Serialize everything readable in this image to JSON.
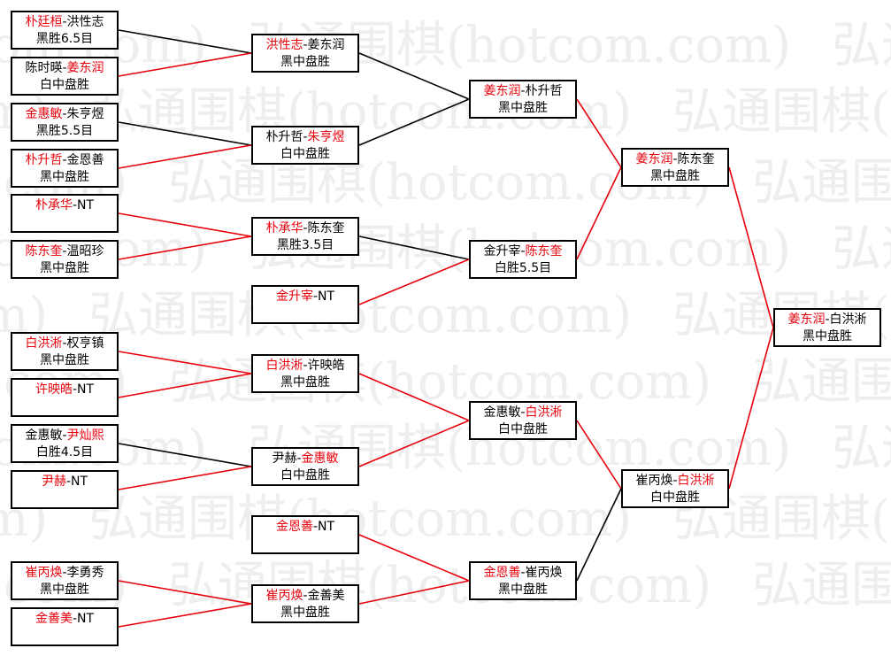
{
  "watermark": "弘通围棋(hotcom.com)",
  "colors": {
    "win_path": "#e8000b",
    "lose_path": "#000000",
    "winner_name": "#e8000b",
    "watermark": "#eeeeee"
  },
  "matches": [
    {
      "id": "r1m1",
      "p1": "朴廷桓",
      "p2": "洪性志",
      "winner": 1,
      "result": "黑胜6.5目"
    },
    {
      "id": "r1m2",
      "p1": "陈时暎",
      "p2": "姜东润",
      "winner": 2,
      "result": "白中盘胜"
    },
    {
      "id": "r1m3",
      "p1": "金惠敏",
      "p2": "朱亨煜",
      "winner": 1,
      "result": "黑胜5.5目"
    },
    {
      "id": "r1m4",
      "p1": "朴升哲",
      "p2": "金恩善",
      "winner": 1,
      "result": "黑中盘胜"
    },
    {
      "id": "r1m5",
      "p1": "朴承华",
      "p2": "NT",
      "winner": 1,
      "result": ""
    },
    {
      "id": "r1m6",
      "p1": "陈东奎",
      "p2": "温昭珍",
      "winner": 1,
      "result": "黑中盘胜"
    },
    {
      "id": "r1m7",
      "p1": "白洪淅",
      "p2": "权亨镇",
      "winner": 1,
      "result": "黑中盘胜"
    },
    {
      "id": "r1m8",
      "p1": "许映皓",
      "p2": "NT",
      "winner": 1,
      "result": ""
    },
    {
      "id": "r1m9",
      "p1": "金惠敏",
      "p2": "尹灿熙",
      "winner": 2,
      "result": "白胜4.5目"
    },
    {
      "id": "r1m10",
      "p1": "尹赫",
      "p2": "NT",
      "winner": 1,
      "result": ""
    },
    {
      "id": "r1m11",
      "p1": "崔丙焕",
      "p2": "李勇秀",
      "winner": 1,
      "result": "黑中盘胜"
    },
    {
      "id": "r1m12",
      "p1": "金善美",
      "p2": "NT",
      "winner": 1,
      "result": ""
    },
    {
      "id": "r2m1",
      "p1": "洪性志",
      "p2": "姜东润",
      "winner": 1,
      "result": "黑中盘胜"
    },
    {
      "id": "r2m2",
      "p1": "朴升哲",
      "p2": "朱亨煜",
      "winner": 2,
      "result": "白中盘胜"
    },
    {
      "id": "r2m3",
      "p1": "朴承华",
      "p2": "陈东奎",
      "winner": 1,
      "result": "黑胜3.5目"
    },
    {
      "id": "r2m4",
      "p1": "金升宰",
      "p2": "NT",
      "winner": 1,
      "result": ""
    },
    {
      "id": "r2m5",
      "p1": "白洪淅",
      "p2": "许映皓",
      "winner": 1,
      "result": "黑中盘胜"
    },
    {
      "id": "r2m6",
      "p1": "尹赫",
      "p2": "金惠敏",
      "winner": 2,
      "result": "白中盘胜"
    },
    {
      "id": "r2m7",
      "p1": "金恩善",
      "p2": "NT",
      "winner": 1,
      "result": ""
    },
    {
      "id": "r2m8",
      "p1": "崔丙焕",
      "p2": "金善美",
      "winner": 1,
      "result": "黑中盘胜"
    },
    {
      "id": "r3m1",
      "p1": "姜东润",
      "p2": "朴升哲",
      "winner": 1,
      "result": "黑中盘胜"
    },
    {
      "id": "r3m2",
      "p1": "金升宰",
      "p2": "陈东奎",
      "winner": 2,
      "result": "白胜5.5目"
    },
    {
      "id": "r3m3",
      "p1": "金惠敏",
      "p2": "白洪淅",
      "winner": 2,
      "result": "白中盘胜"
    },
    {
      "id": "r3m4",
      "p1": "金恩善",
      "p2": "崔丙焕",
      "winner": 1,
      "result": "黑中盘胜"
    },
    {
      "id": "r4m1",
      "p1": "姜东润",
      "p2": "陈东奎",
      "winner": 1,
      "result": "黑中盘胜"
    },
    {
      "id": "r4m2",
      "p1": "崔丙焕",
      "p2": "白洪淅",
      "winner": 2,
      "result": "白中盘胜"
    },
    {
      "id": "r5m1",
      "p1": "姜东润",
      "p2": "白洪淅",
      "winner": 1,
      "result": "黑中盘胜"
    }
  ],
  "links": [
    {
      "from": "r1m1",
      "to": "r2m1",
      "won": false
    },
    {
      "from": "r1m2",
      "to": "r2m1",
      "won": true
    },
    {
      "from": "r1m3",
      "to": "r2m2",
      "won": false
    },
    {
      "from": "r1m4",
      "to": "r2m2",
      "won": true
    },
    {
      "from": "r1m5",
      "to": "r2m3",
      "won": true
    },
    {
      "from": "r1m6",
      "to": "r2m3",
      "won": true
    },
    {
      "from": "r1m7",
      "to": "r2m5",
      "won": true
    },
    {
      "from": "r1m8",
      "to": "r2m5",
      "won": true
    },
    {
      "from": "r1m9",
      "to": "r2m6",
      "won": false
    },
    {
      "from": "r1m10",
      "to": "r2m6",
      "won": true
    },
    {
      "from": "r1m11",
      "to": "r2m8",
      "won": true
    },
    {
      "from": "r1m12",
      "to": "r2m8",
      "won": true
    },
    {
      "from": "r2m1",
      "to": "r3m1",
      "won": false
    },
    {
      "from": "r2m2",
      "to": "r3m1",
      "won": false
    },
    {
      "from": "r2m3",
      "to": "r3m2",
      "won": false
    },
    {
      "from": "r2m4",
      "to": "r3m2",
      "won": true
    },
    {
      "from": "r2m5",
      "to": "r3m3",
      "won": true
    },
    {
      "from": "r2m6",
      "to": "r3m3",
      "won": true
    },
    {
      "from": "r2m7",
      "to": "r3m4",
      "won": true
    },
    {
      "from": "r2m8",
      "to": "r3m4",
      "won": true
    },
    {
      "from": "r3m1",
      "to": "r4m1",
      "won": true
    },
    {
      "from": "r3m2",
      "to": "r4m1",
      "won": true
    },
    {
      "from": "r3m3",
      "to": "r4m2",
      "won": true
    },
    {
      "from": "r3m4",
      "to": "r4m2",
      "won": false
    },
    {
      "from": "r4m1",
      "to": "r5m1",
      "won": true
    },
    {
      "from": "r4m2",
      "to": "r5m1",
      "won": true
    }
  ]
}
